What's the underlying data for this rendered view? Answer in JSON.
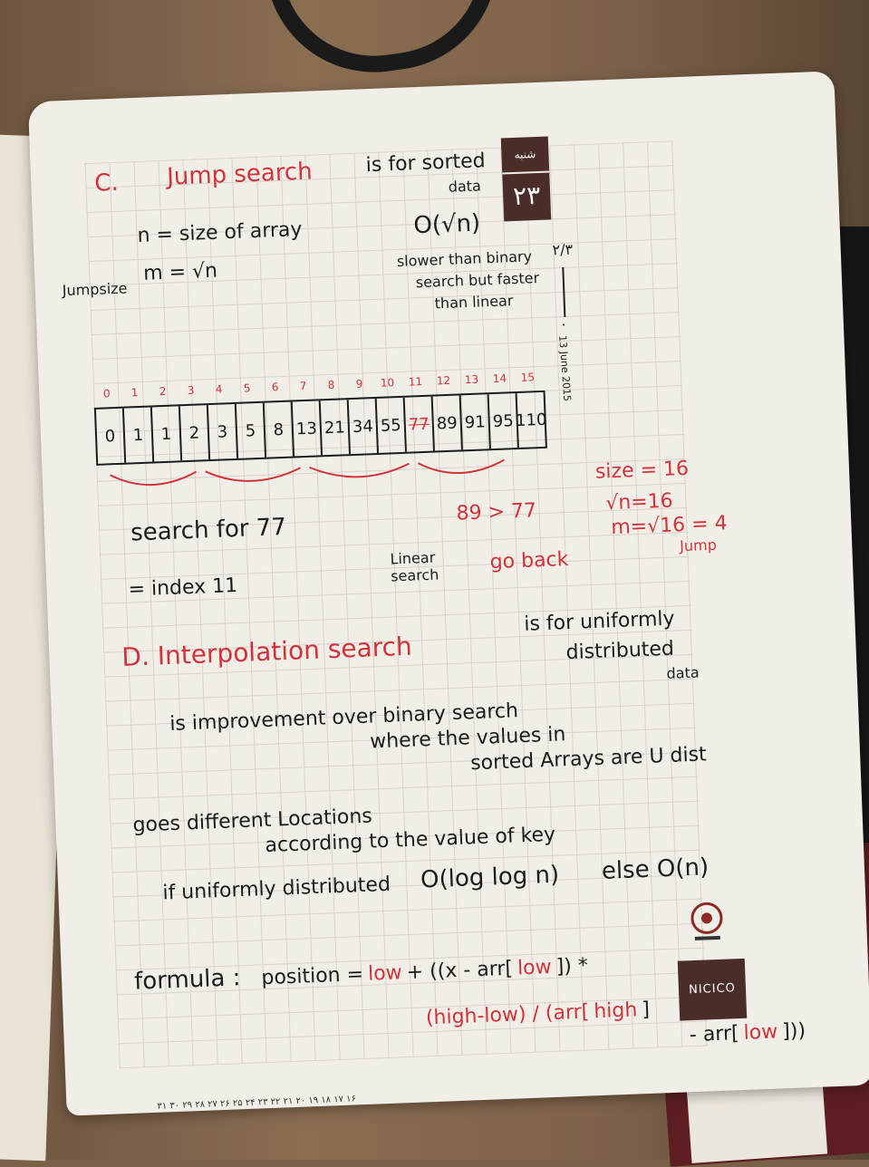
{
  "section_c": {
    "title_letter": "C.",
    "title": "Jump search",
    "desc_line1": "is for sorted",
    "desc_line2": "data",
    "n_def": "n = size of array",
    "m_def": "m  =  √n",
    "jump_label": "Jumpsize",
    "complexity": "O(√n)",
    "note_line1": "slower than binary",
    "note_line2": "search but faster",
    "note_line3": "than linear",
    "array_indices": [
      "0",
      "1",
      "2",
      "3",
      "4",
      "5",
      "6",
      "7",
      "8",
      "9",
      "10",
      "11",
      "12",
      "13",
      "14",
      "15"
    ],
    "array_values": [
      "0",
      "1",
      "1",
      "2",
      "3",
      "5",
      "8",
      "13",
      "21",
      "34",
      "55",
      "77",
      "89",
      "91",
      "95",
      "110"
    ],
    "size_note": "size = 16",
    "sqrt_note": "√n=16",
    "m_note": "m=√16 = 4",
    "jump_word": "Jump",
    "search_for": "search for 77",
    "result": "= index 11",
    "compare": "89 > 77",
    "go_back": "go back",
    "linear_search": "Linear search"
  },
  "section_d": {
    "title": "D. Interpolation search",
    "desc_line1": "is for uniformly",
    "desc_line2": "distributed",
    "desc_line3": "data",
    "line1": "is improvement over binary search",
    "line2": "where the values in",
    "line3": "sorted Arrays are U dist",
    "line4": "goes different Locations",
    "line5": "according to the value of key",
    "line6a": "if uniformly distributed",
    "line6b": "O(log log n)",
    "line6c": "else O(n)",
    "formula_label": "formula :",
    "formula_lhs": "position =",
    "formula_low": "low",
    "formula_part1": "+ ((x - arr[",
    "formula_low2": "low",
    "formula_part2": "]) *",
    "formula_part3": "(high-low) / (arr[",
    "formula_high": "high",
    "formula_part4": "]",
    "formula_part5": "- arr[",
    "formula_low3": "low",
    "formula_part6": "]))"
  },
  "tag": {
    "top": "شنبه",
    "number": "۲۳"
  },
  "side": {
    "date_text": "13  June  2015",
    "counter_top": "۲/۳",
    "counter_bottom": "۰"
  },
  "brand": {
    "name": "NICICO"
  },
  "bottom_numbers": "۳۱ ۳۰ ۲۹ ۲۸ ۲۷ ۲۶ ۲۵ ۲۴ ۲۳ ۲۲ ۲۱ ۲۰ ۱۹ ۱۸ ۱۷ ۱۶",
  "colors": {
    "ink": "#1c1c1c",
    "red_ink": "#d2333a",
    "paper": "#f1eee8",
    "tag_bg": "#4a2d28"
  }
}
